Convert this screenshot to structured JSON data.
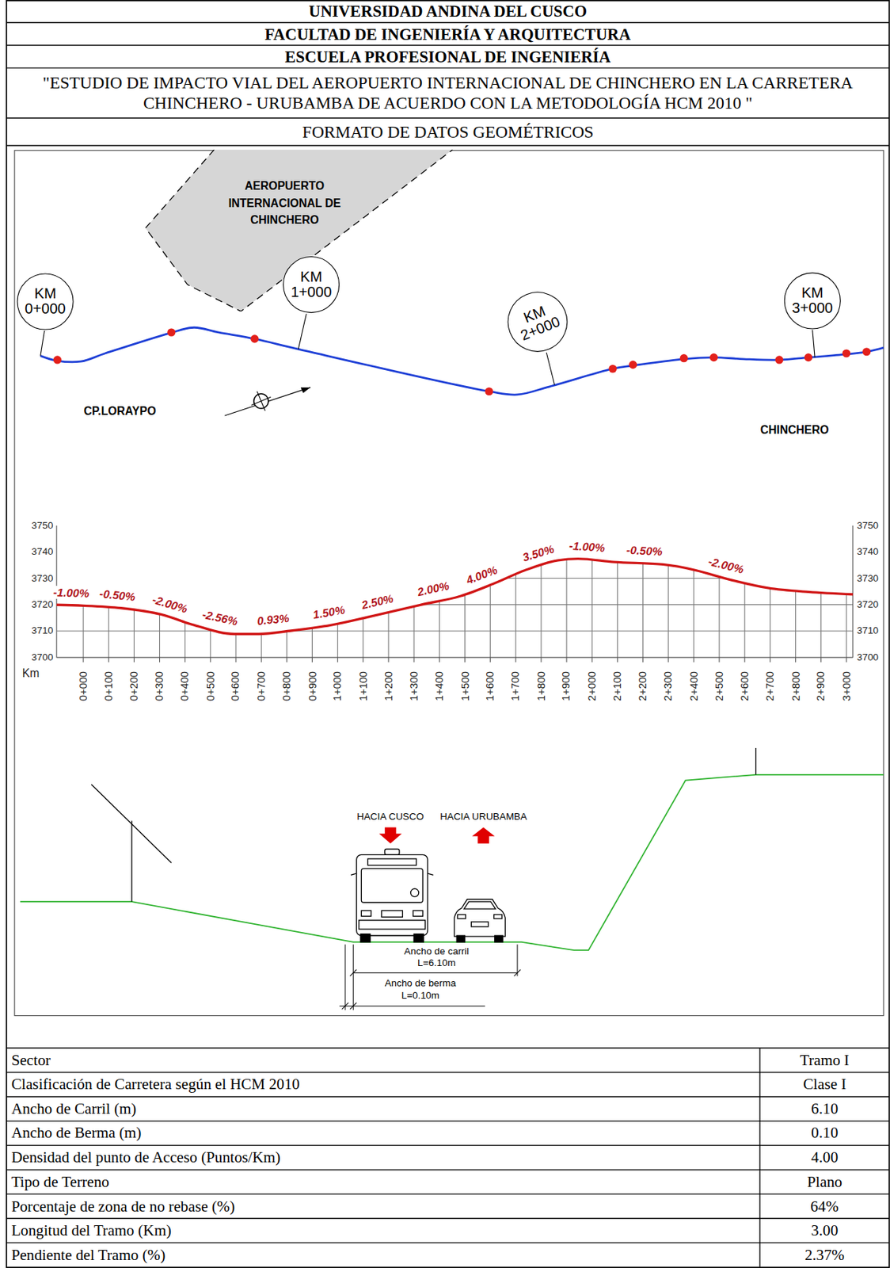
{
  "diagram": {
    "title": "UNIVERSIDAD ANDINA DEL CUSCO",
    "nodes": [
      {
        "text": [
          "AEROPUERTO INTERNACIONAL DE CHINCHERO"
        ]
      },
      {
        "text": [
          "KM 0+000"
        ]
      },
      {
        "text": [
          "KM 1+000"
        ]
      },
      {
        "text": [
          "KM 2+000"
        ]
      },
      {
        "text": [
          "KM 3+000"
        ]
      }
    ],
    "labels": [
      "FACULTAD DE INGENIERÍA Y ARQUITECTURA",
      "ESCUELA PROFESIONAL DE INGENIERÍA",
      "\"ESTUDIO DE IMPACTO VIAL DEL AEROPUERTO INTERNACIONAL DE CHINCHERO EN LA CARRETERA CHINCHERO - URUBAMBA DE ACUERDO CON LA METODOLOGÍA HCM 2010 \"",
      "FORMATO DE DATOS GEOMÉTRICOS",
      "CP.LORAYPO",
      "CHINCHERO",
      "3750",
      "3740",
      "3730",
      "3720",
      "3710",
      "3700",
      "3750",
      "3740",
      "3730",
      "3720",
      "3710",
      "3700",
      "-1.00%",
      "-0.50%",
      "-2.00%",
      "-2.56%",
      "0.93%",
      "1.50%",
      "2.50%",
      "2.00%",
      "4.00%",
      "3.50%",
      "-1.00%",
      "-0.50%",
      "-2.00%",
      "Km",
      "0+000",
      "0+100",
      "0+200",
      "0+300",
      "0+400",
      "0+500",
      "0+600",
      "0+700",
      "0+800",
      "0+900",
      "1+000",
      "1+100",
      "1+200",
      "1+300",
      "1+400",
      "1+500",
      "1+600",
      "1+700",
      "1+800",
      "1+900",
      "2+000",
      "2+100",
      "2+200",
      "2+300",
      "2+400",
      "2+500",
      "2+600",
      "2+700",
      "2+800",
      "2+900",
      "3+000",
      "HACIA CUSCO",
      "HACIA URUBAMBA",
      "Ancho de carril",
      "L=6.10m",
      "Ancho de berma",
      "L=0.10m",
      "Sector",
      "Tramo I",
      "Clasificación de Carretera según el HCM 2010",
      "Clase I",
      "Ancho de Carril (m)",
      "6.10",
      "Ancho de Berma (m)",
      "0.10",
      "Densidad del punto de Acceso (Puntos/Km)",
      "4.00",
      "Tipo de Terreno",
      "Plano",
      "Porcentaje de zona de no rebase (%)",
      "64%",
      "Longitud del Tramo (Km)",
      "3.00",
      "Pendiente del Tramo (%)",
      "2.37%"
    ]
  }
}
